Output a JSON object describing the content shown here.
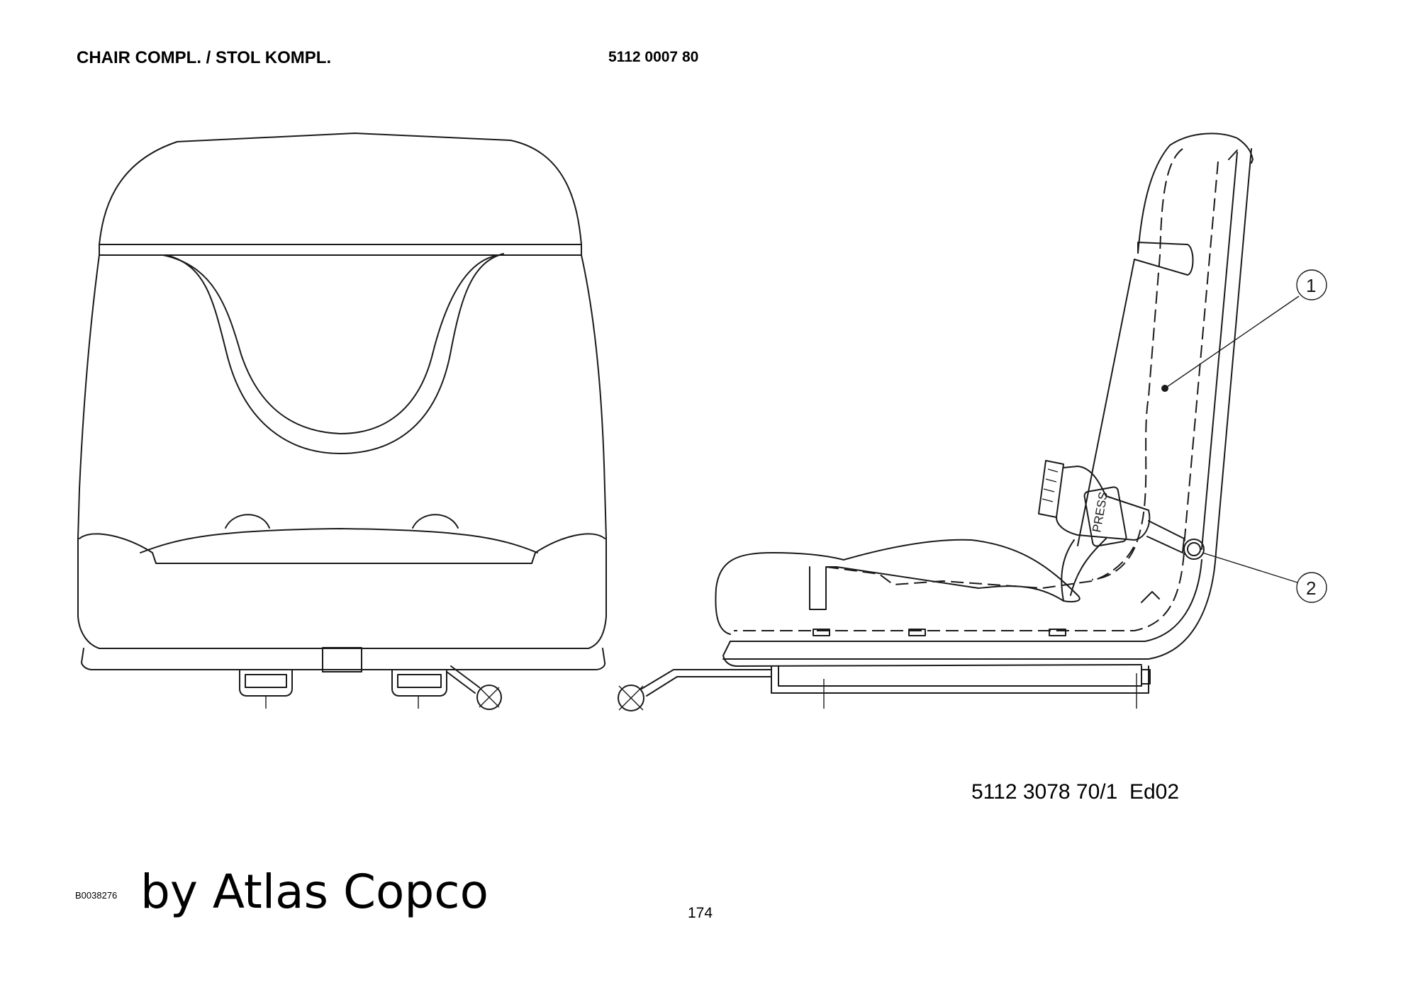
{
  "header": {
    "title": "CHAIR COMPL. / STOL KOMPL.",
    "part_number": "5112 0007 80"
  },
  "drawing": {
    "drawing_number": "5112 3078 70/1  Ed02",
    "callouts": [
      {
        "label": "1"
      },
      {
        "label": "2"
      }
    ],
    "buckle_text": "PRESS"
  },
  "footer": {
    "image_code": "B0038276",
    "brand_text": "by Atlas Copco",
    "page_number": "174"
  }
}
